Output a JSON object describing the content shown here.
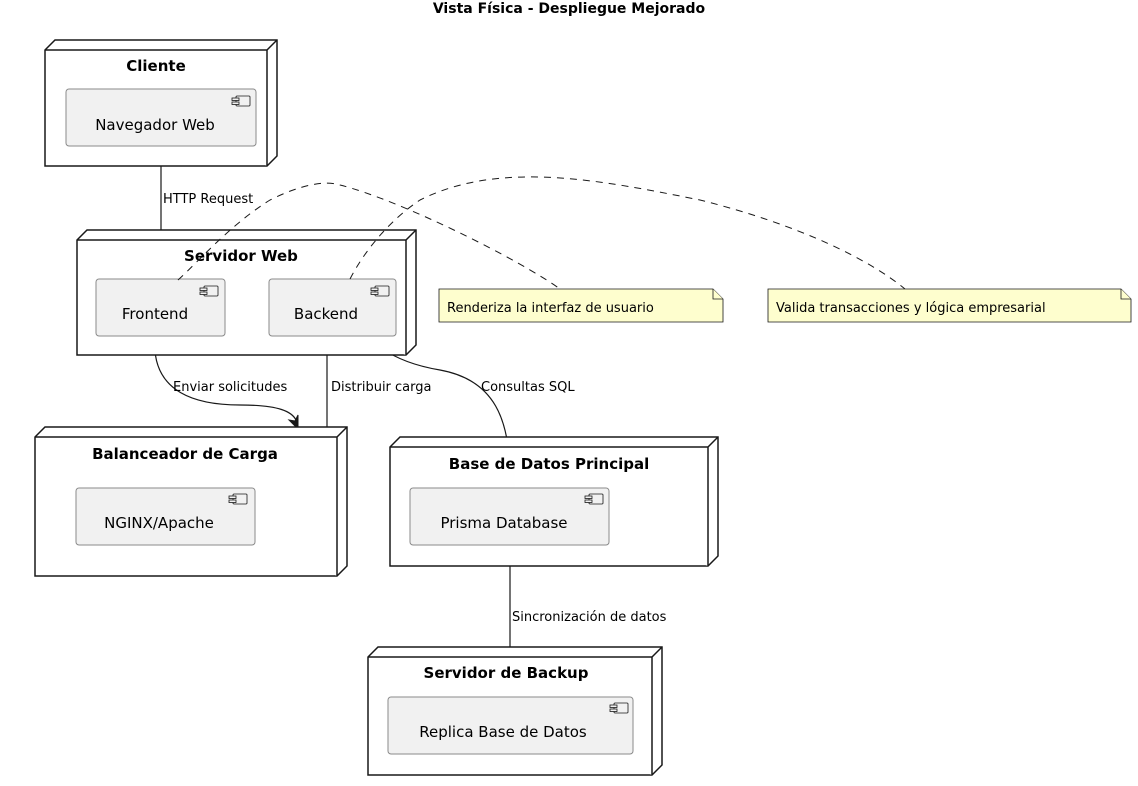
{
  "title": "Vista Física - Despliegue Mejorado",
  "nodes": {
    "cliente": {
      "title": "Cliente",
      "component": "Navegador Web"
    },
    "servidor_web": {
      "title": "Servidor Web",
      "frontend": "Frontend",
      "backend": "Backend"
    },
    "balanceador": {
      "title": "Balanceador de Carga",
      "component": "NGINX/Apache"
    },
    "base_datos": {
      "title": "Base de Datos Principal",
      "component": "Prisma Database"
    },
    "backup": {
      "title": "Servidor de Backup",
      "component": "Replica Base de Datos"
    }
  },
  "edges": {
    "http_request": "HTTP Request",
    "enviar_solicitudes": "Enviar solicitudes",
    "distribuir_carga": "Distribuir carga",
    "consultas_sql": "Consultas SQL",
    "sincronizacion": "Sincronización de datos"
  },
  "notes": {
    "frontend_note": "Renderiza la interfaz de usuario",
    "backend_note": "Valida transacciones y lógica empresarial"
  }
}
